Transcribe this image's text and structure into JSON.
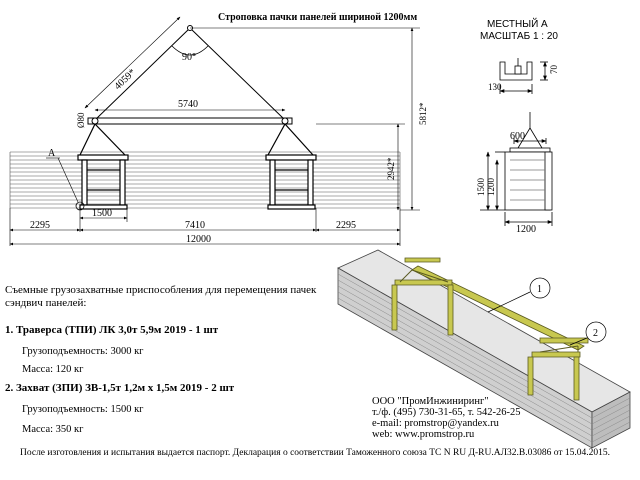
{
  "title": "Строповка пачки панелей шириной 1200мм",
  "local_view": {
    "line1": "МЕСТНЫЙ А",
    "line2": "МАСШТАБ 1 : 20",
    "dim_top": "70",
    "dim_side": "130"
  },
  "main_dims": {
    "sling": "4059*",
    "angle": "90°",
    "beam": "5740",
    "diameter": "Ø80",
    "height_total": "5812*",
    "height_load": "2942*",
    "marker": "A",
    "grip_width": "1500",
    "left_offset": "2295",
    "span": "7410",
    "right_offset": "2295",
    "total_length": "12000"
  },
  "side_dims": {
    "grip": "600",
    "h1": "1500",
    "h2": "1200",
    "width": "1200"
  },
  "callouts": {
    "c1": "1",
    "c2": "2"
  },
  "intro": "Съемные грузозахватные приспособления для перемещения пачек сэндвич панелей:",
  "items": [
    {
      "name": "1.    Траверса (ТПИ) ЛК 3,0т 5,9м 2019 - 1 шт",
      "capacity": "Грузоподъемность: 3000 кг",
      "mass": "Масса: 120 кг"
    },
    {
      "name": "2. Захват (ЗПИ) ЗВ-1,5т 1,2м х 1,5м 2019 - 2 шт",
      "capacity": "Грузоподъемность: 1500 кг",
      "mass": "Масса: 350 кг"
    }
  ],
  "company": {
    "name": "ООО \"ПромИнжиниринг\"",
    "phone": "т./ф. (495) 730-31-65, т. 542-26-25",
    "email": "e-mail: promstrop@yandex.ru",
    "web": "web:     www.promstrop.ru"
  },
  "footer": "После изготовления и испытания выдается паспорт. Декларация о соответствии Таможенного союза ТС N RU Д-RU.АЛ32.В.03086 от 15.04.2015."
}
